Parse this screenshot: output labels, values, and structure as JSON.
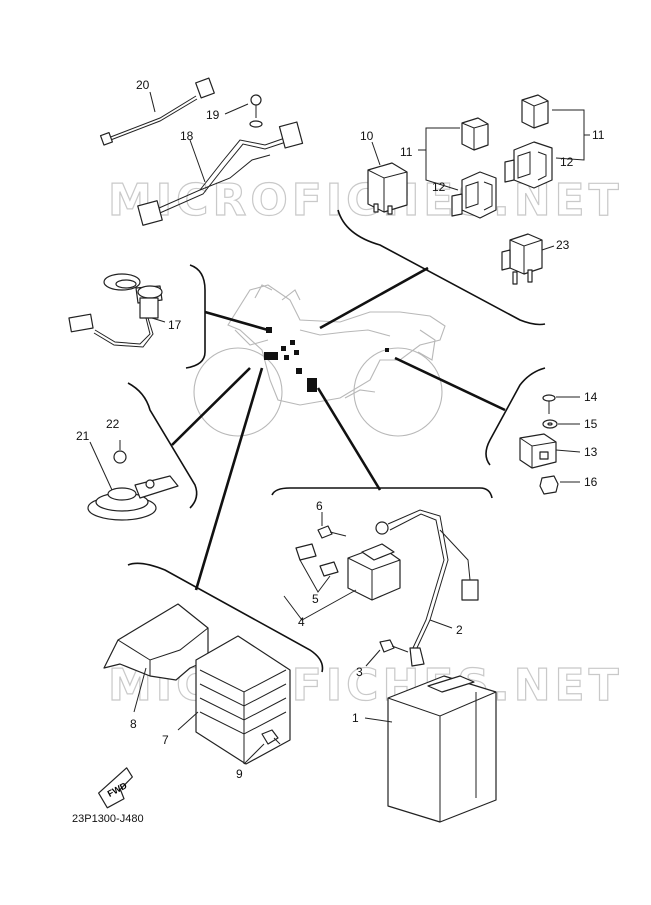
{
  "watermark": "MICROFICHES.NET",
  "diagram_code": "23P1300-J480",
  "fwd_label": "FWD",
  "callouts": {
    "c1": "1",
    "c2": "2",
    "c3": "3",
    "c4": "4",
    "c5": "5",
    "c6": "6",
    "c7": "7",
    "c8": "8",
    "c9": "9",
    "c10": "10",
    "c11a": "11",
    "c11b": "11",
    "c12a": "12",
    "c12b": "12",
    "c13": "13",
    "c14": "14",
    "c15": "15",
    "c16": "16",
    "c17": "17",
    "c18": "18",
    "c19": "19",
    "c20": "20",
    "c21": "21",
    "c22": "22",
    "c23": "23"
  }
}
